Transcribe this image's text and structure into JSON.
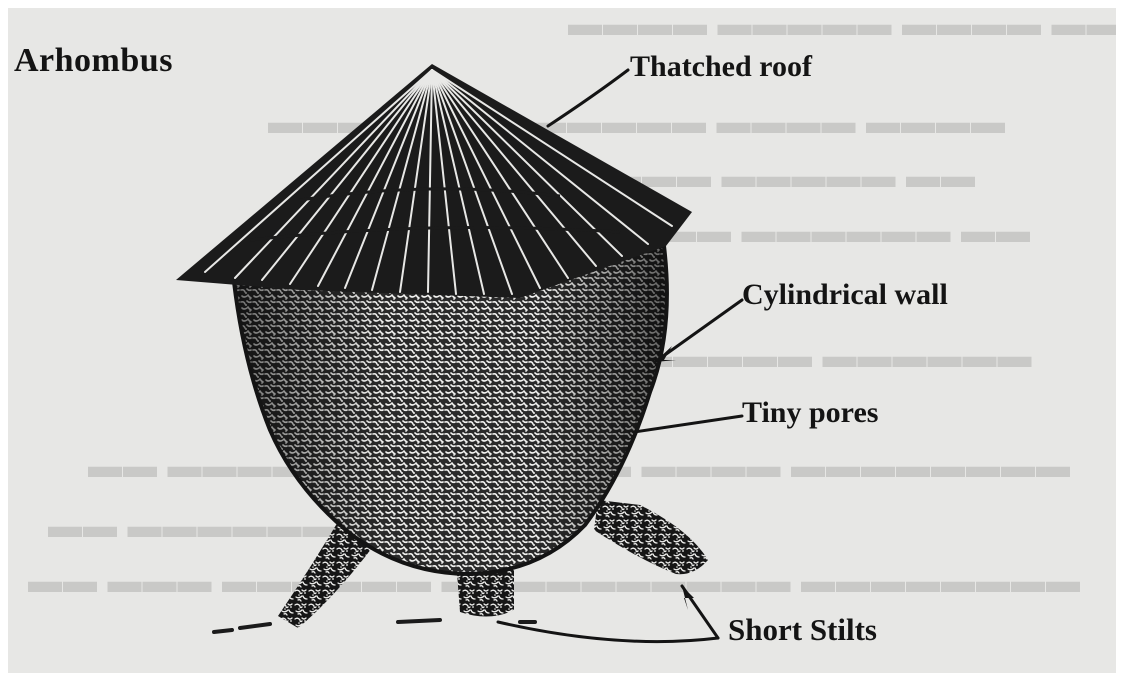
{
  "diagram": {
    "title": "Arhombus",
    "labels": {
      "roof": "Thatched roof",
      "wall": "Cylindrical wall",
      "pores": "Tiny pores",
      "stilts": "Short Stilts"
    }
  },
  "colors": {
    "ink": "#141414",
    "paper": "#e7e7e5",
    "bleed_through": "#c9c9c7"
  }
}
